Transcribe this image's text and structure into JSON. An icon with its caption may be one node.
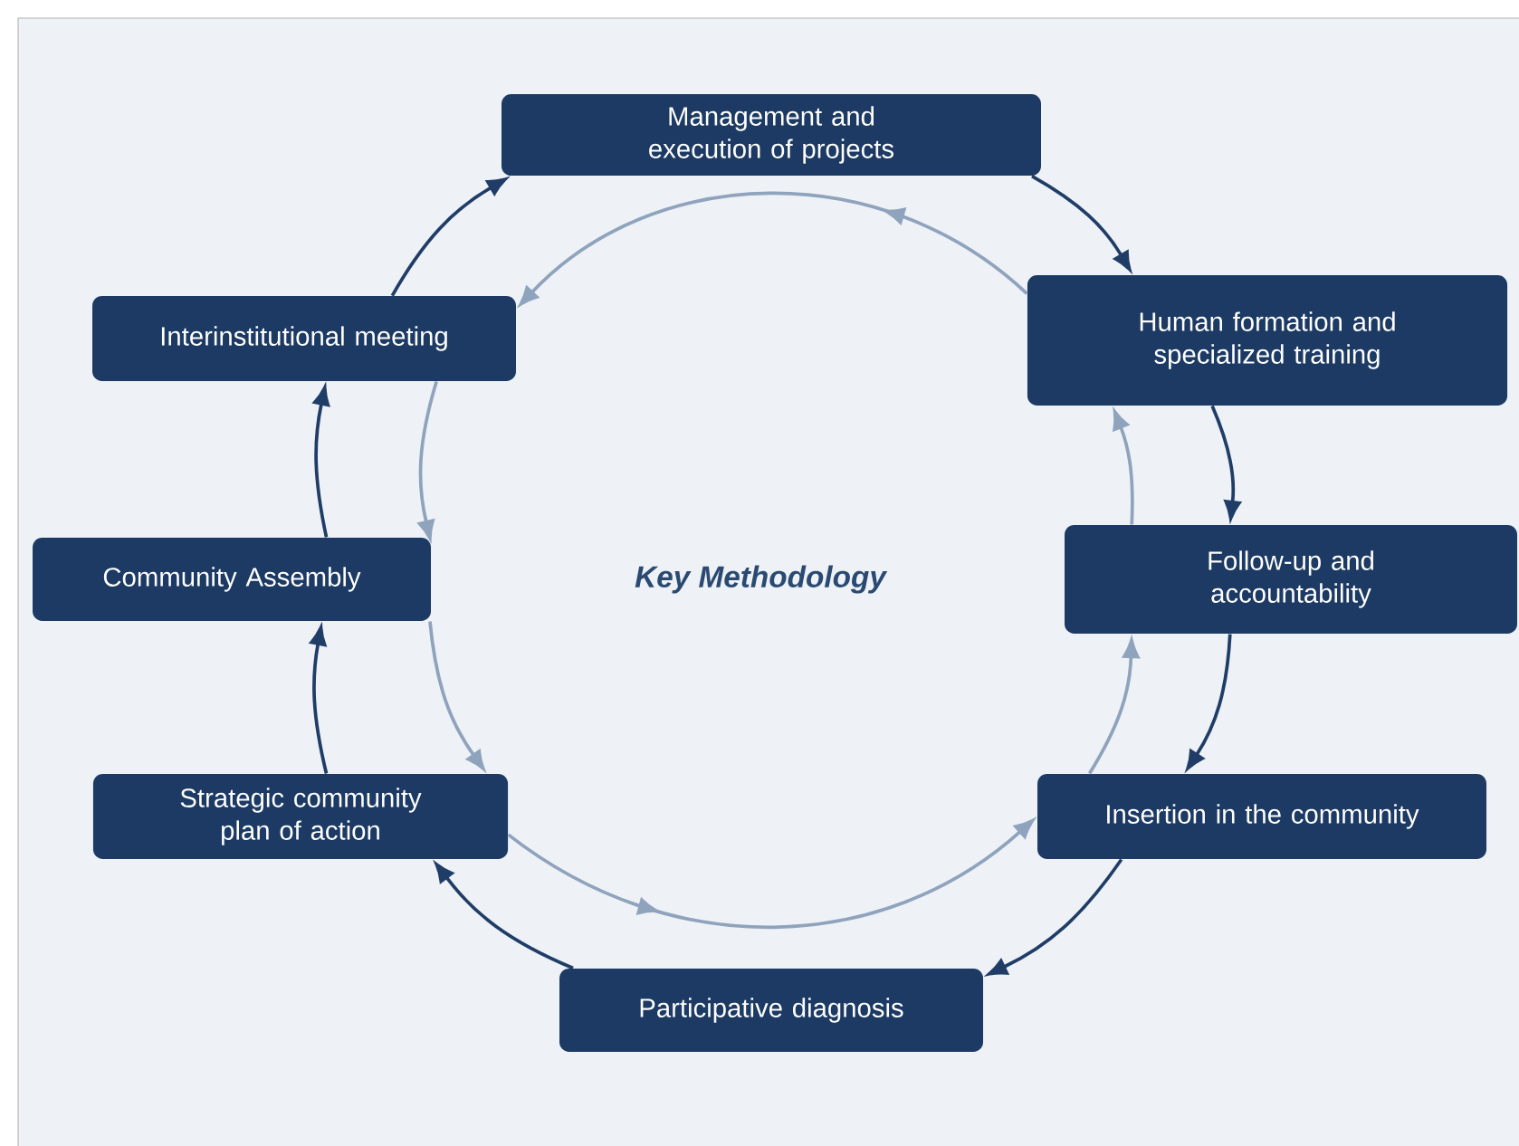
{
  "diagram": {
    "nodes": [
      {
        "text": [
          "Management and execution of projects"
        ]
      },
      {
        "text": [
          "Human formation and specialized training"
        ]
      },
      {
        "text": [
          "Follow-up and accountability"
        ]
      },
      {
        "text": [
          "Insertion in the community"
        ]
      },
      {
        "text": [
          "Participative diagnosis"
        ]
      },
      {
        "text": [
          "Strategic community plan of action"
        ]
      },
      {
        "text": [
          "Community Assembly"
        ]
      },
      {
        "text": [
          "Interinstitutional meeting"
        ]
      }
    ],
    "edges": [
      {
        "from": 0,
        "to": 1,
        "arrow": "to"
      },
      {
        "from": 1,
        "to": 2,
        "arrow": "to"
      },
      {
        "from": 2,
        "to": 3,
        "arrow": "to"
      },
      {
        "from": 3,
        "to": 4,
        "arrow": "to"
      },
      {
        "from": 4,
        "to": 5,
        "arrow": "to"
      },
      {
        "from": 5,
        "to": 6,
        "arrow": "to"
      },
      {
        "from": 6,
        "to": 7,
        "arrow": "to"
      },
      {
        "from": 7,
        "to": 0,
        "arrow": "to"
      },
      {
        "from": 1,
        "to": 7,
        "arrow": "to",
        "color": "#8fa3bd"
      },
      {
        "from": 7,
        "to": 6,
        "arrow": "to",
        "color": "#8fa3bd"
      },
      {
        "from": 6,
        "to": 5,
        "arrow": "to",
        "color": "#8fa3bd"
      },
      {
        "from": 5,
        "to": 3,
        "arrow": "to",
        "color": "#8fa3bd"
      },
      {
        "from": 3,
        "to": 2,
        "arrow": "to",
        "color": "#8fa3bd"
      },
      {
        "from": 2,
        "to": 1,
        "arrow": "to",
        "color": "#8fa3bd"
      }
    ],
    "labels": [
      "Key Methodology"
    ]
  }
}
